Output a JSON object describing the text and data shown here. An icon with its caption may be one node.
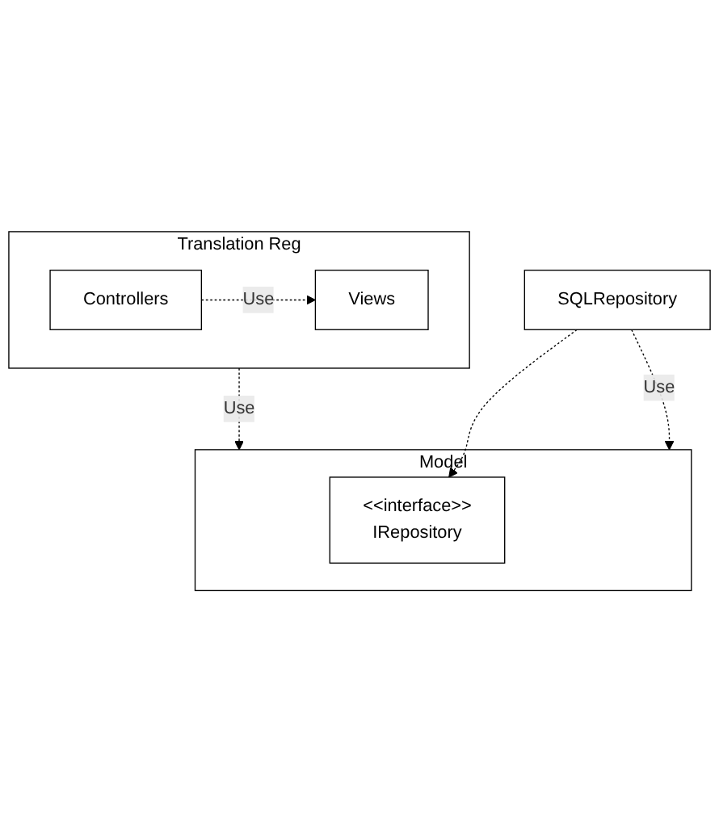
{
  "diagram": {
    "nodes": [
      {
        "text": [
          "Translation Reg"
        ]
      },
      {
        "text": [
          "Controllers"
        ],
        "in": 0
      },
      {
        "text": [
          "Views"
        ],
        "in": 0
      },
      {
        "text": [
          "Model"
        ]
      },
      {
        "text": [
          "<<interface>>",
          "IRepository"
        ],
        "in": 3
      },
      {
        "text": [
          "SQLRepository"
        ]
      }
    ],
    "edges": [
      {
        "from": 1,
        "to": 2,
        "arrow": "to",
        "label": "Use",
        "style": "dashed"
      },
      {
        "from": 0,
        "to": 3,
        "arrow": "to",
        "label": "Use",
        "style": "dashed"
      },
      {
        "from": 5,
        "to": 3,
        "arrow": "to",
        "label": "Use",
        "style": "dashed"
      },
      {
        "from": 5,
        "to": 4,
        "arrow": "to",
        "style": "dashed"
      }
    ]
  }
}
